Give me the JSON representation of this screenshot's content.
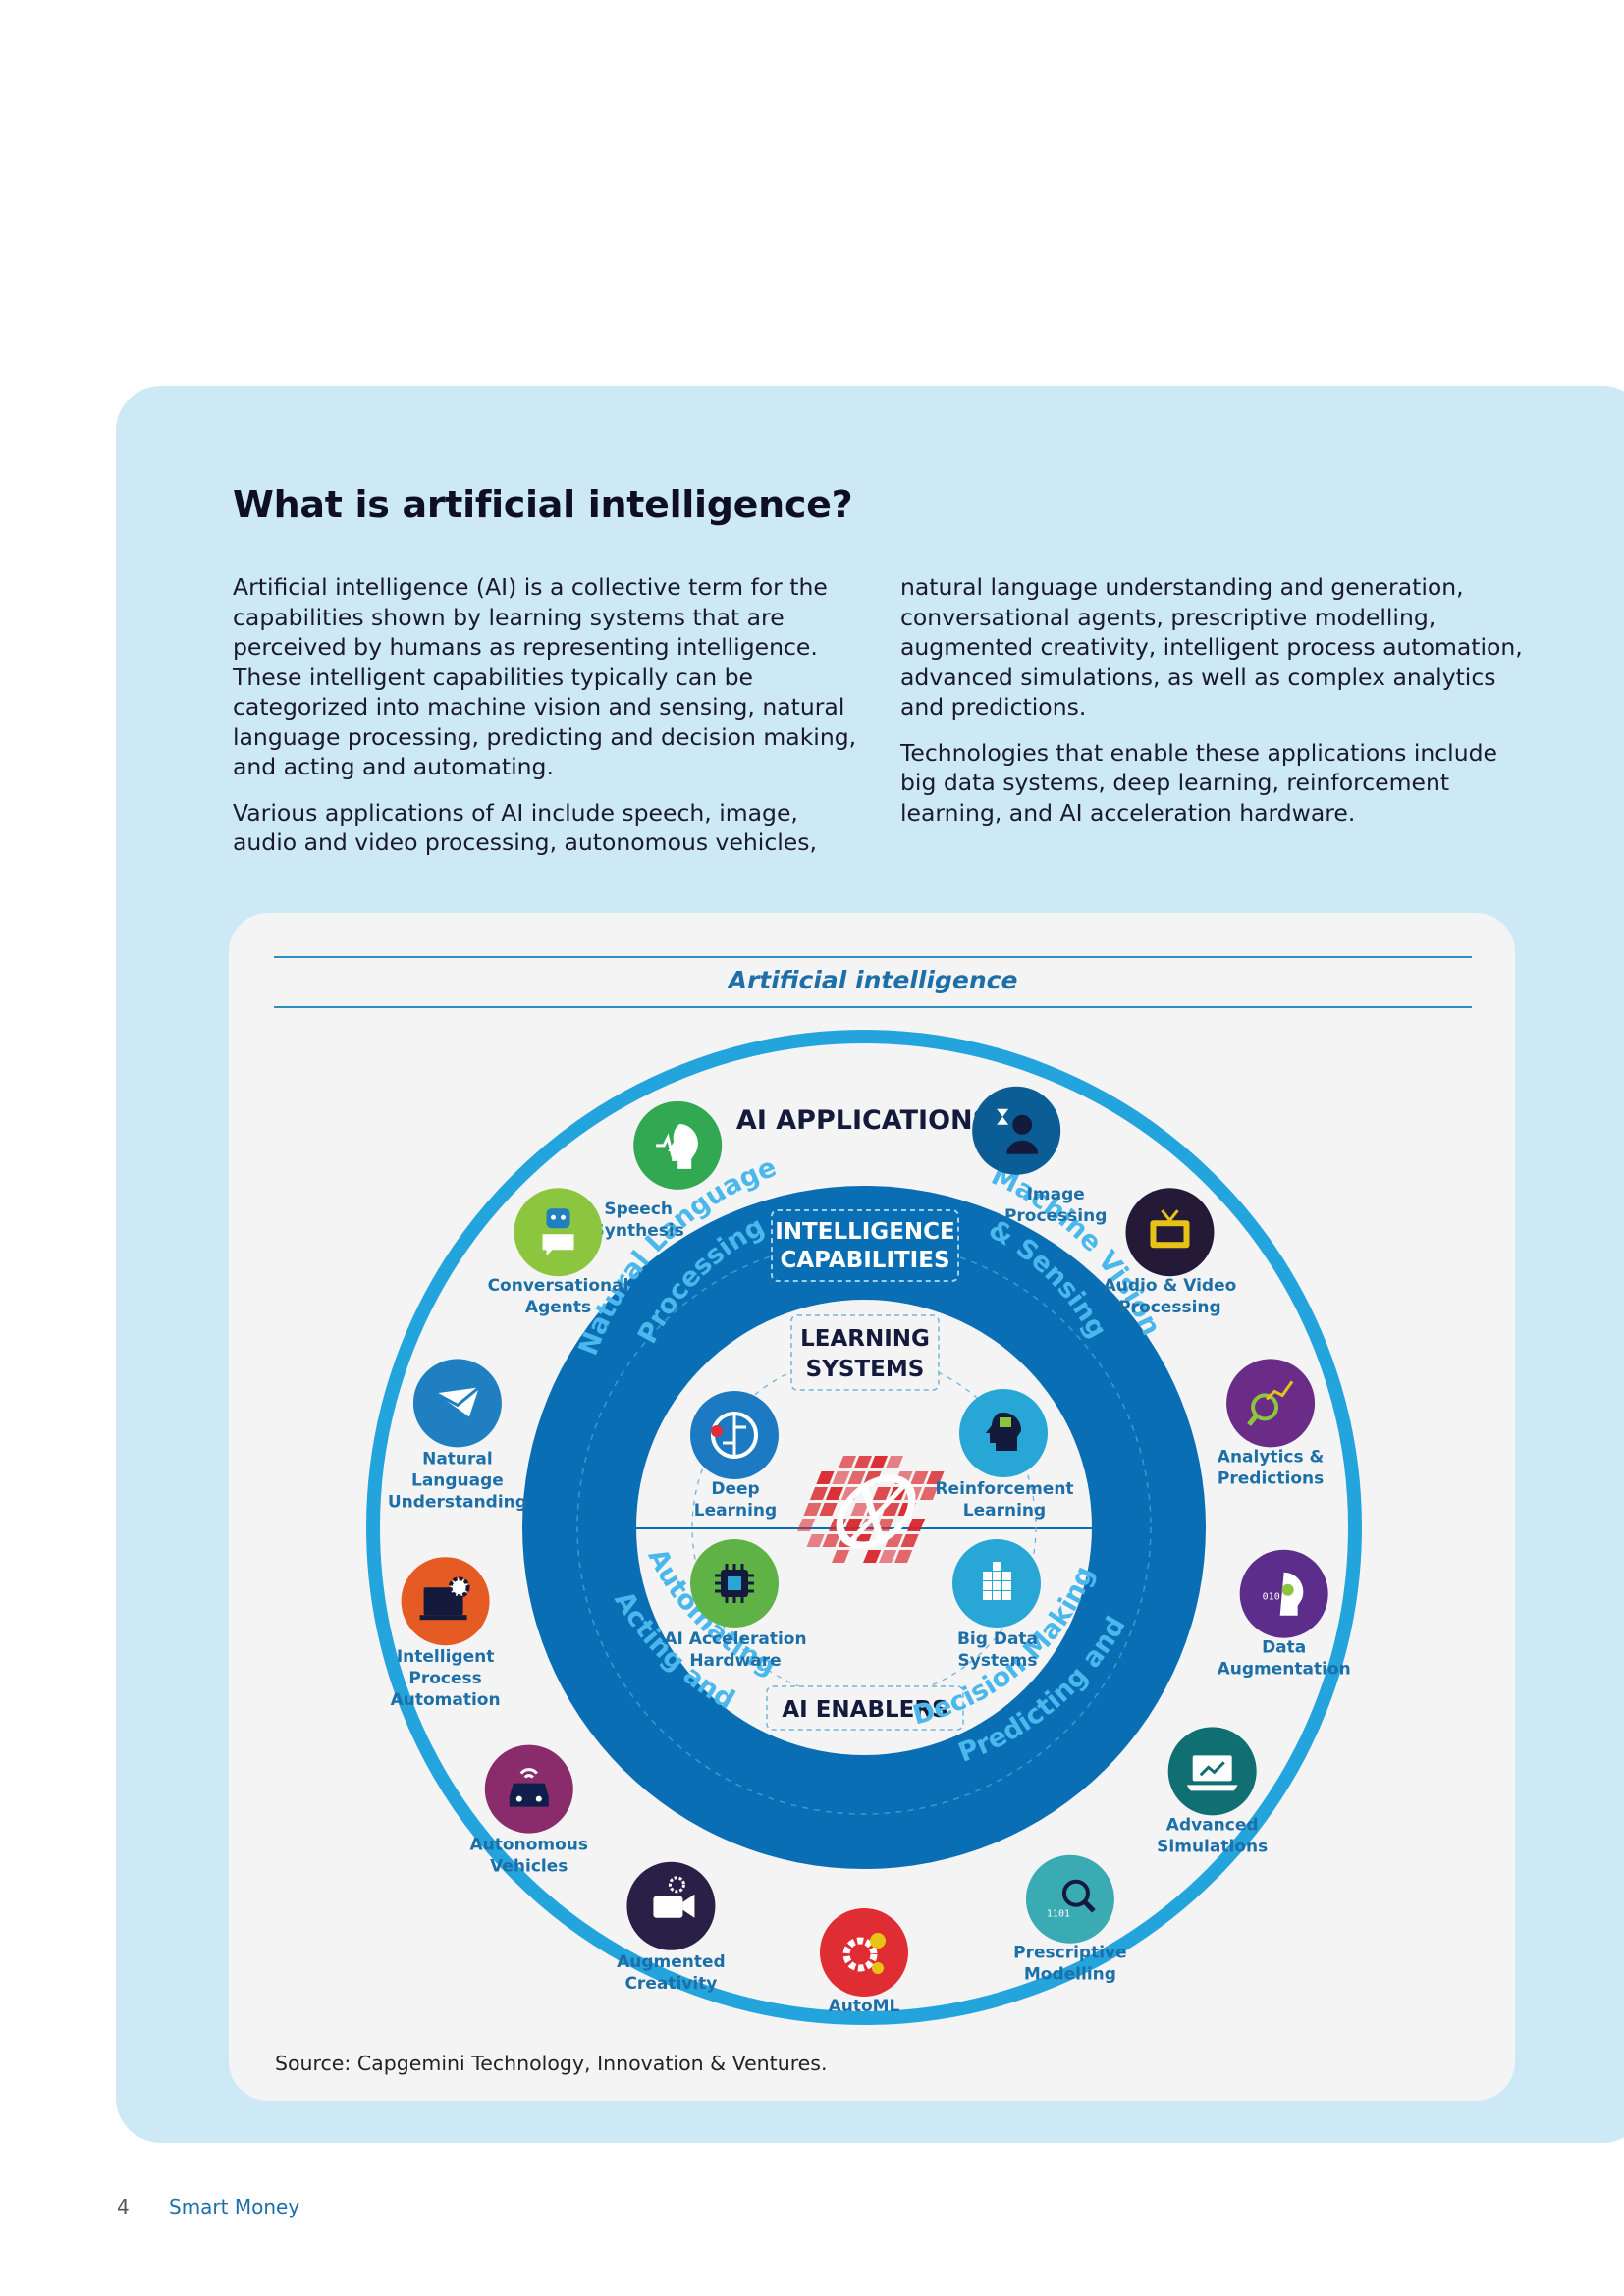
{
  "heading": "What is artificial intelligence?",
  "body": {
    "left": [
      "Artificial intelligence (AI) is a collective term for the capabilities shown by learning systems that are perceived by humans as representing intelligence. These intelligent capabilities typically can be categorized into machine vision and sensing, natural language processing, predicting and decision making, and acting and automating.",
      "Various applications of AI include speech, image, audio and video processing, autonomous vehicles,"
    ],
    "right": [
      "natural language understanding and generation, conversational agents, prescriptive modelling, augmented creativity, intelligent process automation, advanced simulations, as well as complex analytics and predictions.",
      "Technologies that enable these applications include big data systems, deep learning, reinforcement learning, and AI acceleration hardware."
    ]
  },
  "diagram": {
    "title": "Artificial intelligence",
    "outer_label": "AI APPLICATIONS",
    "middle_label": [
      "INTELLIGENCE",
      "CAPABILITIES"
    ],
    "inner_label": [
      "LEARNING",
      "SYSTEMS"
    ],
    "enablers_label": "AI ENABLERS",
    "capabilities": {
      "top_left": [
        "Natural Language",
        "Processing"
      ],
      "top_right": [
        "Machine Vision",
        "& Sensing"
      ],
      "bottom_left": [
        "Acting and",
        "Automating"
      ],
      "bottom_right": [
        "Predicting and",
        "Decision Making"
      ]
    },
    "applications": [
      {
        "label": [
          "Speech",
          "Synthesis"
        ],
        "icon": "speech-head-icon",
        "color": "#33a852"
      },
      {
        "label": [
          "Image",
          "Processing"
        ],
        "icon": "person-hourglass-icon",
        "color": "#0b5d95"
      },
      {
        "label": [
          "Audio & Video",
          "Processing"
        ],
        "icon": "tv-icon",
        "color": "#241a38"
      },
      {
        "label": [
          "Analytics &",
          "Predictions"
        ],
        "icon": "analytics-chart-icon",
        "color": "#6a2c86"
      },
      {
        "label": [
          "Data",
          "Augmentation"
        ],
        "icon": "binary-head-icon",
        "color": "#5c2d8a"
      },
      {
        "label": [
          "Advanced",
          "Simulations"
        ],
        "icon": "laptop-chart-icon",
        "color": "#0f6f72"
      },
      {
        "label": [
          "Prescriptive",
          "Modelling"
        ],
        "icon": "binary-magnifier-icon",
        "color": "#3aaab3"
      },
      {
        "label": [
          "AutoML"
        ],
        "icon": "gears-icon",
        "color": "#e02c33"
      },
      {
        "label": [
          "Augmented",
          "Creativity"
        ],
        "icon": "camera-icon",
        "color": "#2a1f47"
      },
      {
        "label": [
          "Autonomous",
          "Vehicles"
        ],
        "icon": "car-icon",
        "color": "#8a2c6b"
      },
      {
        "label": [
          "Intelligent",
          "Process",
          "Automation"
        ],
        "icon": "monitor-gear-icon",
        "color": "#e65a24"
      },
      {
        "label": [
          "Natural",
          "Language",
          "Understanding"
        ],
        "icon": "envelope-icon",
        "color": "#1f7fc0"
      },
      {
        "label": [
          "Conversational",
          "Agents"
        ],
        "icon": "robot-chat-icon",
        "color": "#8cc63f"
      }
    ],
    "learning_systems": [
      {
        "label": [
          "Deep",
          "Learning"
        ],
        "icon": "brain-circuit-icon",
        "color": "#1c7ac2"
      },
      {
        "label": [
          "Reinforcement",
          "Learning"
        ],
        "icon": "head-puzzle-icon",
        "color": "#28a6d6"
      }
    ],
    "enablers": [
      {
        "label": [
          "AI Acceleration",
          "Hardware"
        ],
        "icon": "chip-icon",
        "color": "#5fb246"
      },
      {
        "label": [
          "Big Data",
          "Systems"
        ],
        "icon": "data-blocks-icon",
        "color": "#28a6d6"
      }
    ],
    "colors": {
      "outer_ring": "#23a4dd",
      "band": "#0a6eb4",
      "label_dark": "#141a3c",
      "label_blue": "#1d6fa8",
      "logo_red": "#d8232a"
    }
  },
  "source": "Source: Capgemini Technology, Innovation & Ventures.",
  "footer": {
    "page_number": "4",
    "publication": "Smart Money"
  }
}
